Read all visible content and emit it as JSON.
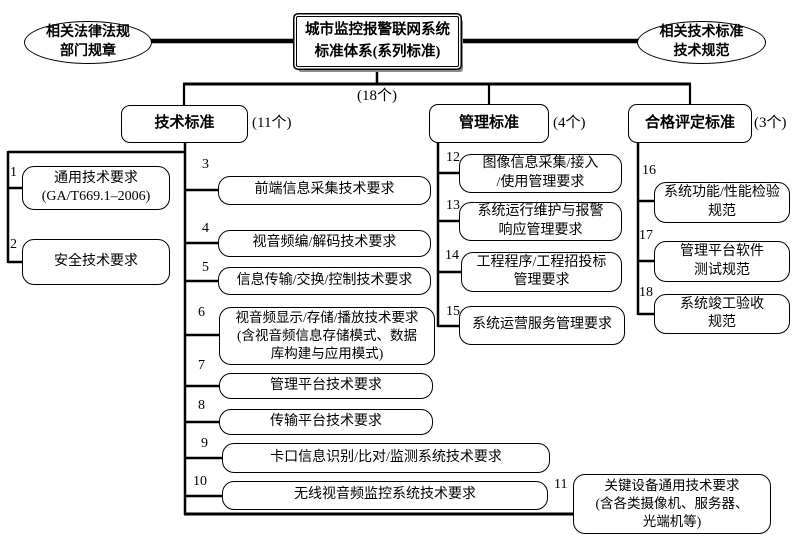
{
  "diagram": {
    "root": {
      "lines": [
        "城市监控报警联网系统",
        "标准体系(系列标准)"
      ],
      "total_count": "(18个)"
    },
    "left_ellipse": {
      "lines": [
        "相关法律法规",
        "部门规章"
      ]
    },
    "right_ellipse": {
      "lines": [
        "相关技术标准",
        "技术规范"
      ]
    },
    "categories": [
      {
        "label": "技术标准",
        "count": "(11个)"
      },
      {
        "label": "管理标准",
        "count": "(4个)"
      },
      {
        "label": "合格评定标准",
        "count": "(3个)"
      }
    ],
    "items": [
      {
        "num": "1",
        "lines": [
          "通用技术要求",
          "(GA/T669.1–2006)"
        ]
      },
      {
        "num": "2",
        "lines": [
          "安全技术要求"
        ]
      },
      {
        "num": "3",
        "lines": [
          "前端信息采集技术要求"
        ]
      },
      {
        "num": "4",
        "lines": [
          "视音频编/解码技术要求"
        ]
      },
      {
        "num": "5",
        "lines": [
          "信息传输/交换/控制技术要求"
        ]
      },
      {
        "num": "6",
        "lines": [
          "视音频显示/存储/播放技术要求",
          "(含视音频信息存储模式、数据",
          "库构建与应用模式)"
        ]
      },
      {
        "num": "7",
        "lines": [
          "管理平台技术要求"
        ]
      },
      {
        "num": "8",
        "lines": [
          "传输平台技术要求"
        ]
      },
      {
        "num": "9",
        "lines": [
          "卡口信息识别/比对/监测系统技术要求"
        ]
      },
      {
        "num": "10",
        "lines": [
          "无线视音频监控系统技术要求"
        ]
      },
      {
        "num": "11",
        "lines": [
          "关键设备通用技术要求",
          "(含各类摄像机、服务器、",
          "光端机等)"
        ]
      },
      {
        "num": "12",
        "lines": [
          "图像信息采集/接入",
          "/使用管理要求"
        ]
      },
      {
        "num": "13",
        "lines": [
          "系统运行维护与报警",
          "响应管理要求"
        ]
      },
      {
        "num": "14",
        "lines": [
          "工程程序/工程招投标",
          "管理要求"
        ]
      },
      {
        "num": "15",
        "lines": [
          "系统运营服务管理要求"
        ]
      },
      {
        "num": "16",
        "lines": [
          "系统功能/性能检验",
          "规范"
        ]
      },
      {
        "num": "17",
        "lines": [
          "管理平台软件",
          "测试规范"
        ]
      },
      {
        "num": "18",
        "lines": [
          "系统竣工验收",
          "规范"
        ]
      }
    ]
  }
}
